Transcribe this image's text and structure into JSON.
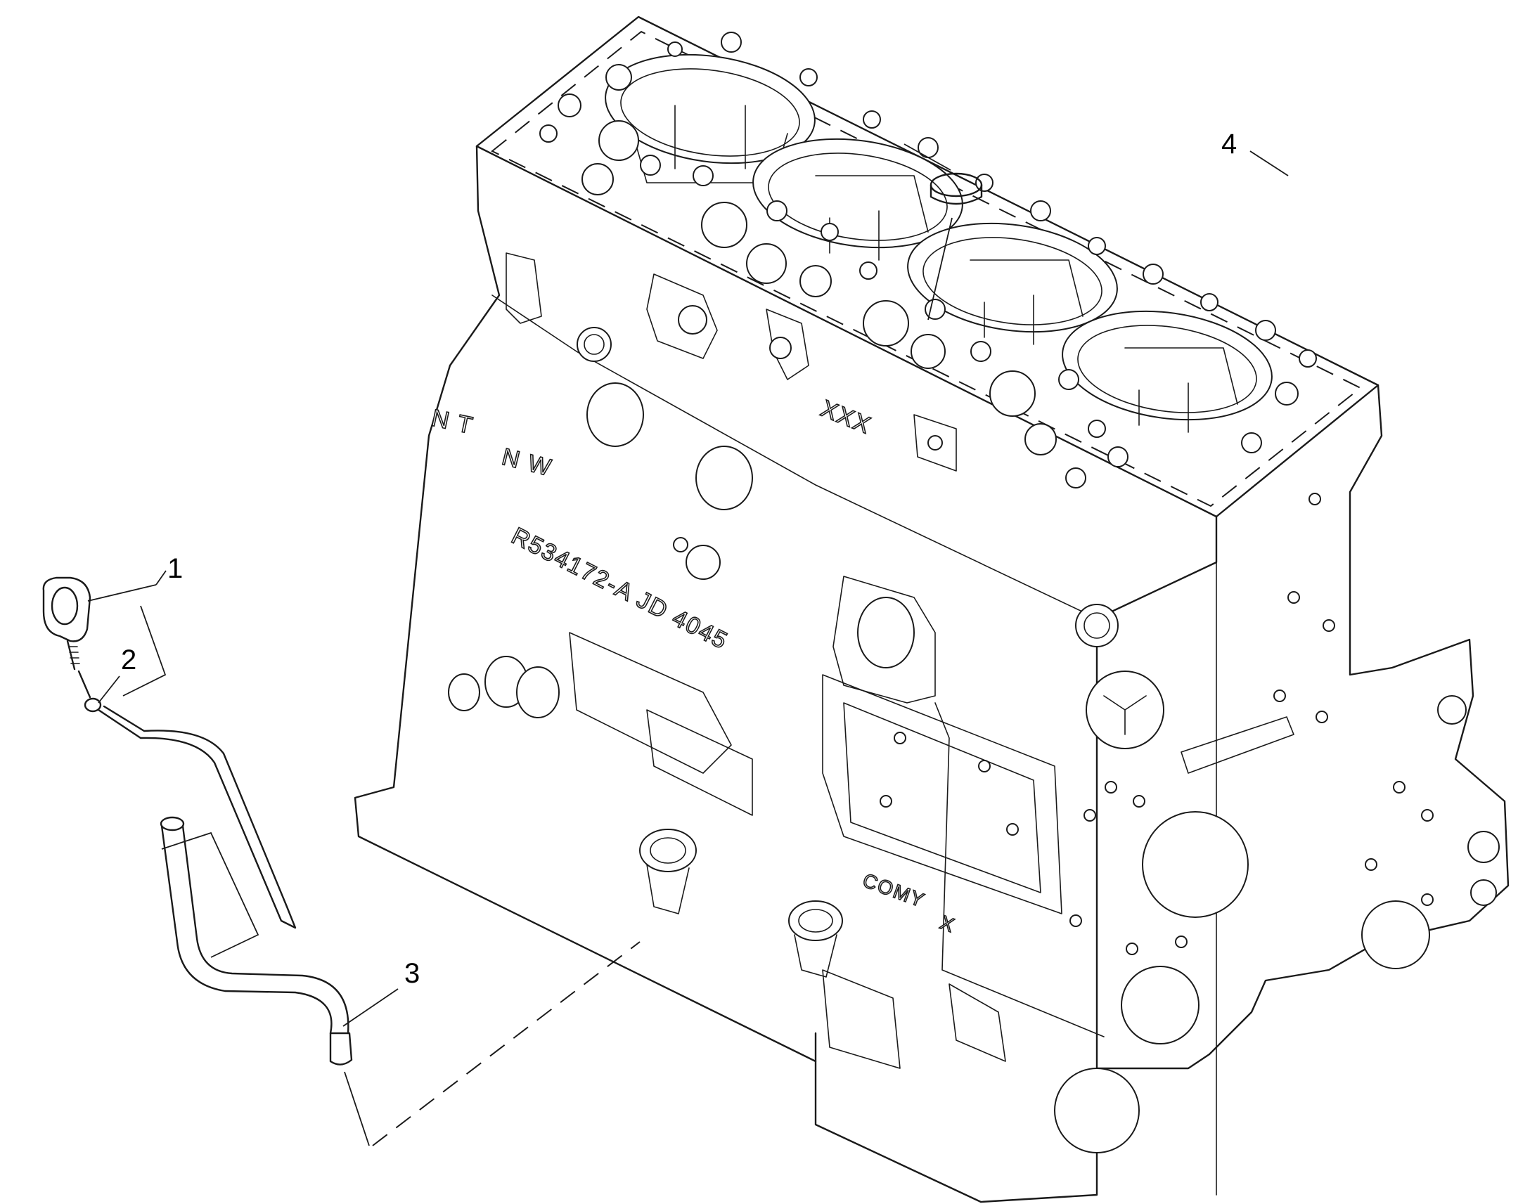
{
  "callouts": [
    {
      "id": "1",
      "label": "1"
    },
    {
      "id": "2",
      "label": "2"
    },
    {
      "id": "3",
      "label": "3"
    },
    {
      "id": "4",
      "label": "4"
    }
  ],
  "cast_markings": {
    "top_code": "XXX",
    "left_code_a": "N T",
    "left_code_b": "N W",
    "part_number": "R534172-A JD 4045",
    "rear_code": "COMY",
    "rear_letter": "X"
  },
  "colors": {
    "line": "#1a1a1a",
    "background": "#ffffff"
  }
}
